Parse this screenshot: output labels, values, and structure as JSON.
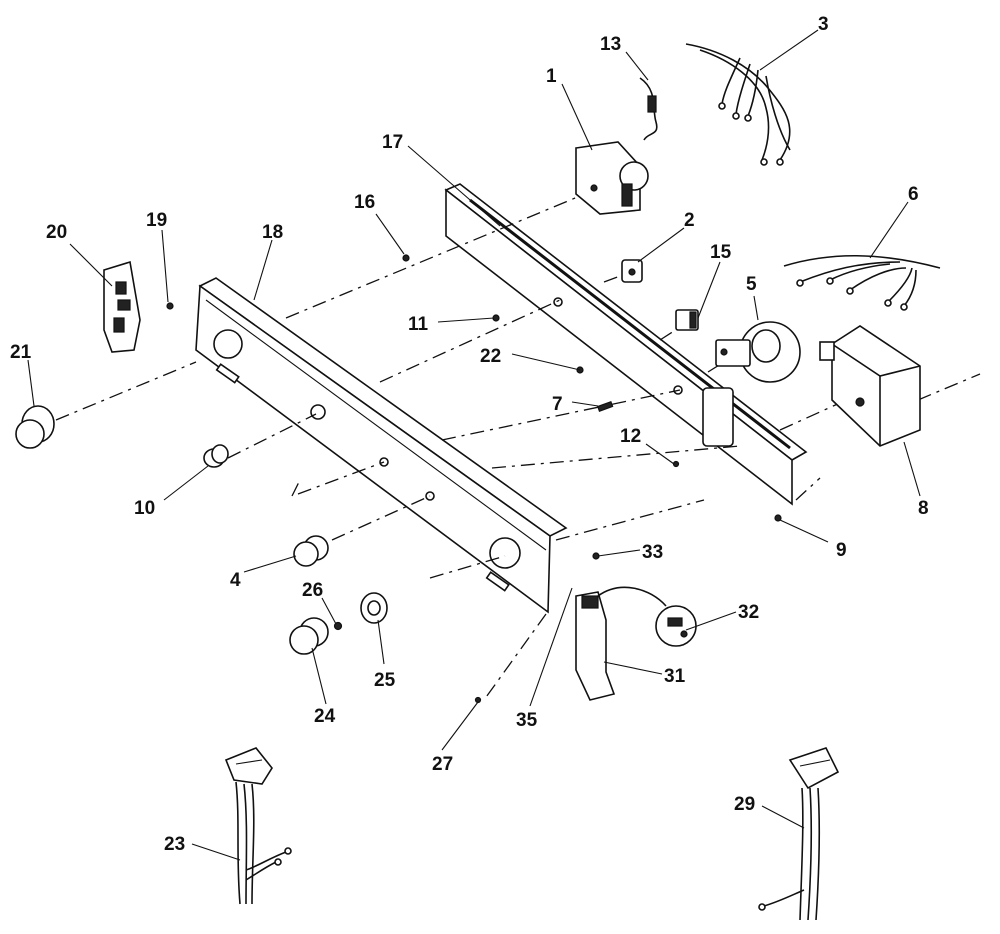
{
  "callouts": {
    "c1": "1",
    "c2": "2",
    "c3": "3",
    "c4": "4",
    "c5": "5",
    "c6": "6",
    "c7": "7",
    "c8": "8",
    "c9": "9",
    "c10": "10",
    "c11": "11",
    "c12": "12",
    "c13": "13",
    "c15": "15",
    "c16": "16",
    "c17": "17",
    "c18": "18",
    "c19": "19",
    "c20": "20",
    "c21": "21",
    "c22": "22",
    "c23": "23",
    "c24": "24",
    "c25": "25",
    "c26": "26",
    "c27": "27",
    "c29": "29",
    "c31": "31",
    "c32": "32",
    "c33": "33",
    "c35": "35"
  },
  "colors": {
    "ink": "#111111",
    "background": "#ffffff"
  }
}
